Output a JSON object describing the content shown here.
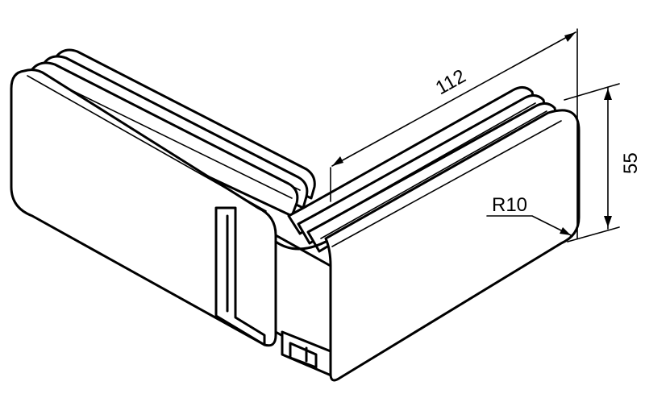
{
  "dimensions": {
    "length_label": "112",
    "height_label": "55",
    "radius_label": "R10"
  }
}
